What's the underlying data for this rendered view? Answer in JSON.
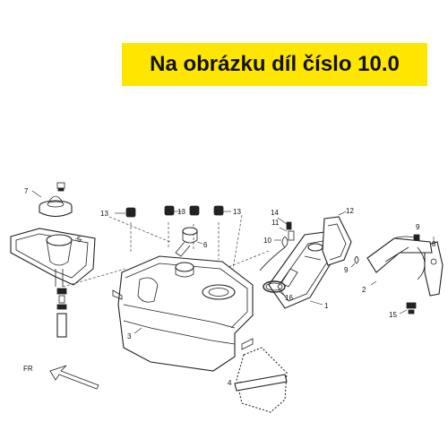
{
  "banner": {
    "text": "Na obrázku díl číslo 10.0",
    "background_color": "#ffe600",
    "text_color": "#111111"
  },
  "diagram": {
    "callouts": {
      "c1": "1",
      "c2": "2",
      "c3": "3",
      "c4": "4",
      "c5": "5",
      "c6": "6",
      "c7": "7",
      "c8": "8",
      "c9a": "9",
      "c9b": "9",
      "c10": "10",
      "c11": "11",
      "c12": "12",
      "c13a": "13",
      "c13b": "13",
      "c13c": "13",
      "c14": "14",
      "c15": "15",
      "c16": "16"
    },
    "direction_label": "FR"
  }
}
